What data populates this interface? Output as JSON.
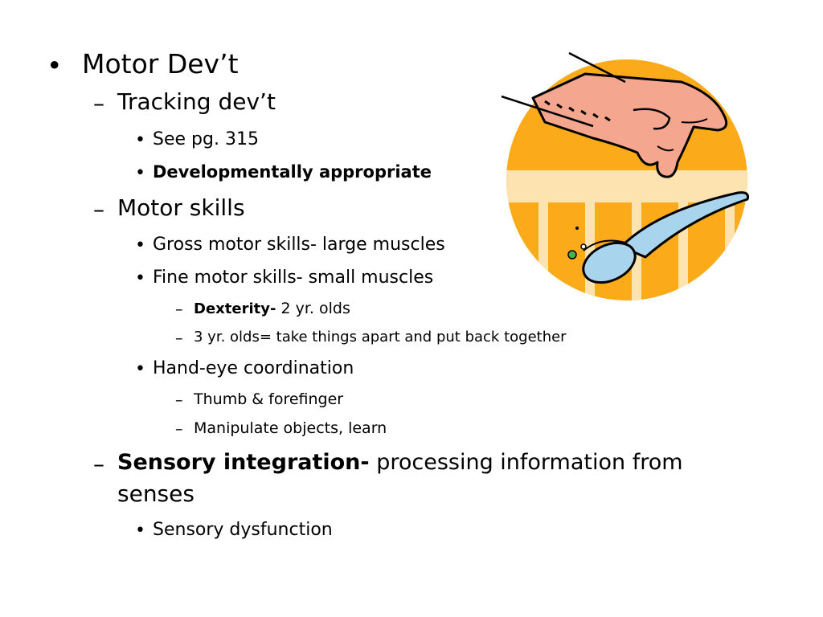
{
  "slide": {
    "item1": {
      "bullet": "•",
      "text": "Motor Dev’t"
    },
    "item2": {
      "bullet": "–",
      "text": "Tracking dev’t"
    },
    "item3": {
      "bullet": "•",
      "text": "See pg. 315"
    },
    "item4": {
      "bullet": "•",
      "text": "Developmentally appropriate"
    },
    "item5": {
      "bullet": "–",
      "text": "Motor skills"
    },
    "item6": {
      "bullet": "•",
      "text": "Gross motor skills- large muscles"
    },
    "item7": {
      "bullet": "•",
      "text": "Fine motor skills- small muscles"
    },
    "item8": {
      "bullet": "–",
      "bold": "Dexterity-",
      "text": " 2 yr. olds"
    },
    "item9": {
      "bullet": "–",
      "text": "3 yr. olds= take things apart and put back together"
    },
    "item10": {
      "bullet": "•",
      "text": "Hand-eye coordination"
    },
    "item11": {
      "bullet": "–",
      "text": "Thumb & forefinger"
    },
    "item12": {
      "bullet": "–",
      "text": "Manipulate objects, learn"
    },
    "item13": {
      "bullet": "–",
      "bold": "Sensory integration-",
      "text": " processing information from",
      "continuation": "senses"
    },
    "item14": {
      "bullet": "•",
      "text": "Sensory dysfunction"
    }
  },
  "clipart": {
    "icon": "hand-dropping-spoon-icon",
    "circle_color": "#FBAA19",
    "stripe_color": "#FCE3B0",
    "spoon_color": "#A9D4EE"
  }
}
